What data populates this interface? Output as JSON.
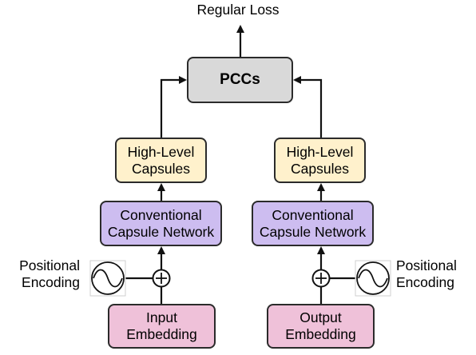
{
  "diagram": {
    "output_label": "Regular Loss",
    "pccs": "PCCs",
    "left": {
      "high_level_1": "High-Level",
      "high_level_2": "Capsules",
      "capsnet_1": "Conventional",
      "capsnet_2": "Capsule Network",
      "embedding_1": "Input",
      "embedding_2": "Embedding",
      "positional_1": "Positional",
      "positional_2": "Encoding"
    },
    "right": {
      "high_level_1": "High-Level",
      "high_level_2": "Capsules",
      "capsnet_1": "Conventional",
      "capsnet_2": "Capsule Network",
      "embedding_1": "Output",
      "embedding_2": "Embedding",
      "positional_1": "Positional",
      "positional_2": "Encoding"
    },
    "colors": {
      "pccs_fill": "#d9d9d9",
      "high_level_fill": "#fff1cc",
      "capsnet_fill": "#cdbdf0",
      "embedding_fill": "#efc1d9",
      "stroke": "#2b2b2b"
    }
  }
}
